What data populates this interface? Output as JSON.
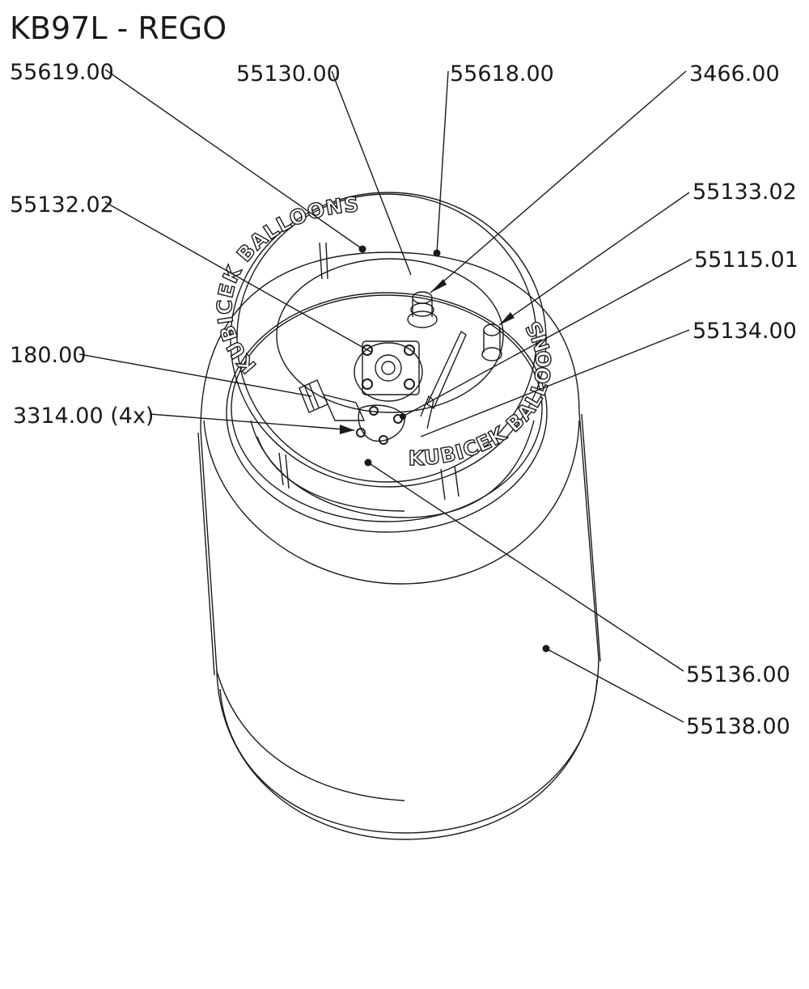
{
  "title": "KB97L - REGO",
  "callouts": [
    {
      "id": "c1",
      "text": "55619.00"
    },
    {
      "id": "c2",
      "text": "55130.00"
    },
    {
      "id": "c3",
      "text": "55618.00"
    },
    {
      "id": "c4",
      "text": "3466.00"
    },
    {
      "id": "c5",
      "text": "55133.02"
    },
    {
      "id": "c6",
      "text": "55115.01"
    },
    {
      "id": "c7",
      "text": "55132.02"
    },
    {
      "id": "c8",
      "text": "180.00"
    },
    {
      "id": "c9",
      "text": "3314.00 (4x)"
    },
    {
      "id": "c10",
      "text": "55134.00"
    },
    {
      "id": "c11",
      "text": "55136.00"
    },
    {
      "id": "c12",
      "text": "55138.00"
    }
  ],
  "ring_text_top": "KUBICEK BALLOONS",
  "ring_text_bottom": "KUBICEK BALLOONS"
}
